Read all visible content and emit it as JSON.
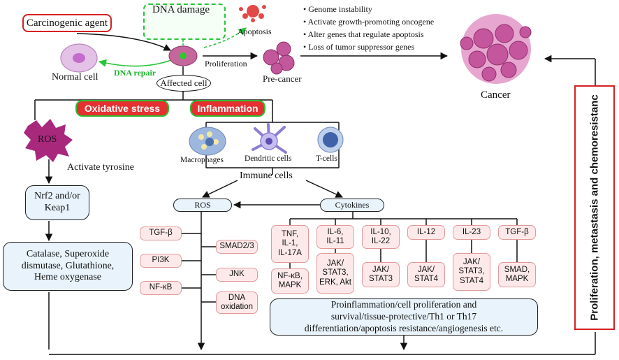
{
  "top": {
    "carcinogenic_agent": "Carcinogenic agent",
    "dna_damage": "DNA damage",
    "apoptosis": "Apoptosis",
    "normal_cell": "Normal cell",
    "dna_repair": "DNA repair",
    "proliferation": "Proliferation",
    "pre_cancer": "Pre-cancer",
    "cancer": "Cancer",
    "bullets": [
      "• Genome instability",
      "• Activate growth-promoting oncogene",
      "• Alter genes that regulate apoptosis",
      "• Loss of tumor suppressor genes"
    ]
  },
  "affected_cell": "Affected cell",
  "oxidative_stress": "Oxidative stress",
  "inflammation": "Inflammation",
  "left_branch": {
    "ros": "ROS",
    "activate_tyrosine": "Activate tyrosine",
    "nrf2": "Nrf2 and/or\nKeap1",
    "enzymes": "Catalase, Superoxide\ndismutase, Glutathione,\nHeme oxygenase"
  },
  "immune": {
    "macrophages": "Macrophages",
    "dendritic": "Dendritic cells",
    "tcells": "T-cells",
    "immune_cells": "Immune cells"
  },
  "middle": {
    "ros": "ROS",
    "cytokines": "Cytokines",
    "left_col": [
      "TGF-β",
      "PI3K",
      "NF-κB"
    ],
    "right_col": [
      "SMAD2/3",
      "JNK",
      "DNA\noxidation"
    ]
  },
  "cytokine_columns": [
    {
      "top": "TNF,\nIL-1,\nIL-17A",
      "bottom": "NF-κB,\nMAPK"
    },
    {
      "top": "IL-6,\nIL-11",
      "bottom": "JAK/\nSTAT3,\nERK, Akt"
    },
    {
      "top": "IL-10,\nIL-22",
      "bottom": "JAK/\nSTAT3"
    },
    {
      "top": "IL-12",
      "bottom": "JAK/\nSTAT4"
    },
    {
      "top": "IL-23",
      "bottom": "JAK/\nSTAT3,\nSTAT4"
    },
    {
      "top": "TGF-β",
      "bottom": "SMAD,\nMAPK"
    }
  ],
  "outcome": "Proinflammation/cell proliferation and\nsurvival/tissue-protective/Th1 or Th17\ndifferentiation/apoptosis resistance/angiogenesis etc.",
  "side_label": "Proliferation, metastasis and chemoresistanc",
  "colors": {
    "red": "#e53030",
    "green": "#27c43a",
    "pink": "#fde9e9",
    "blue_box": "#e8f3fb"
  }
}
